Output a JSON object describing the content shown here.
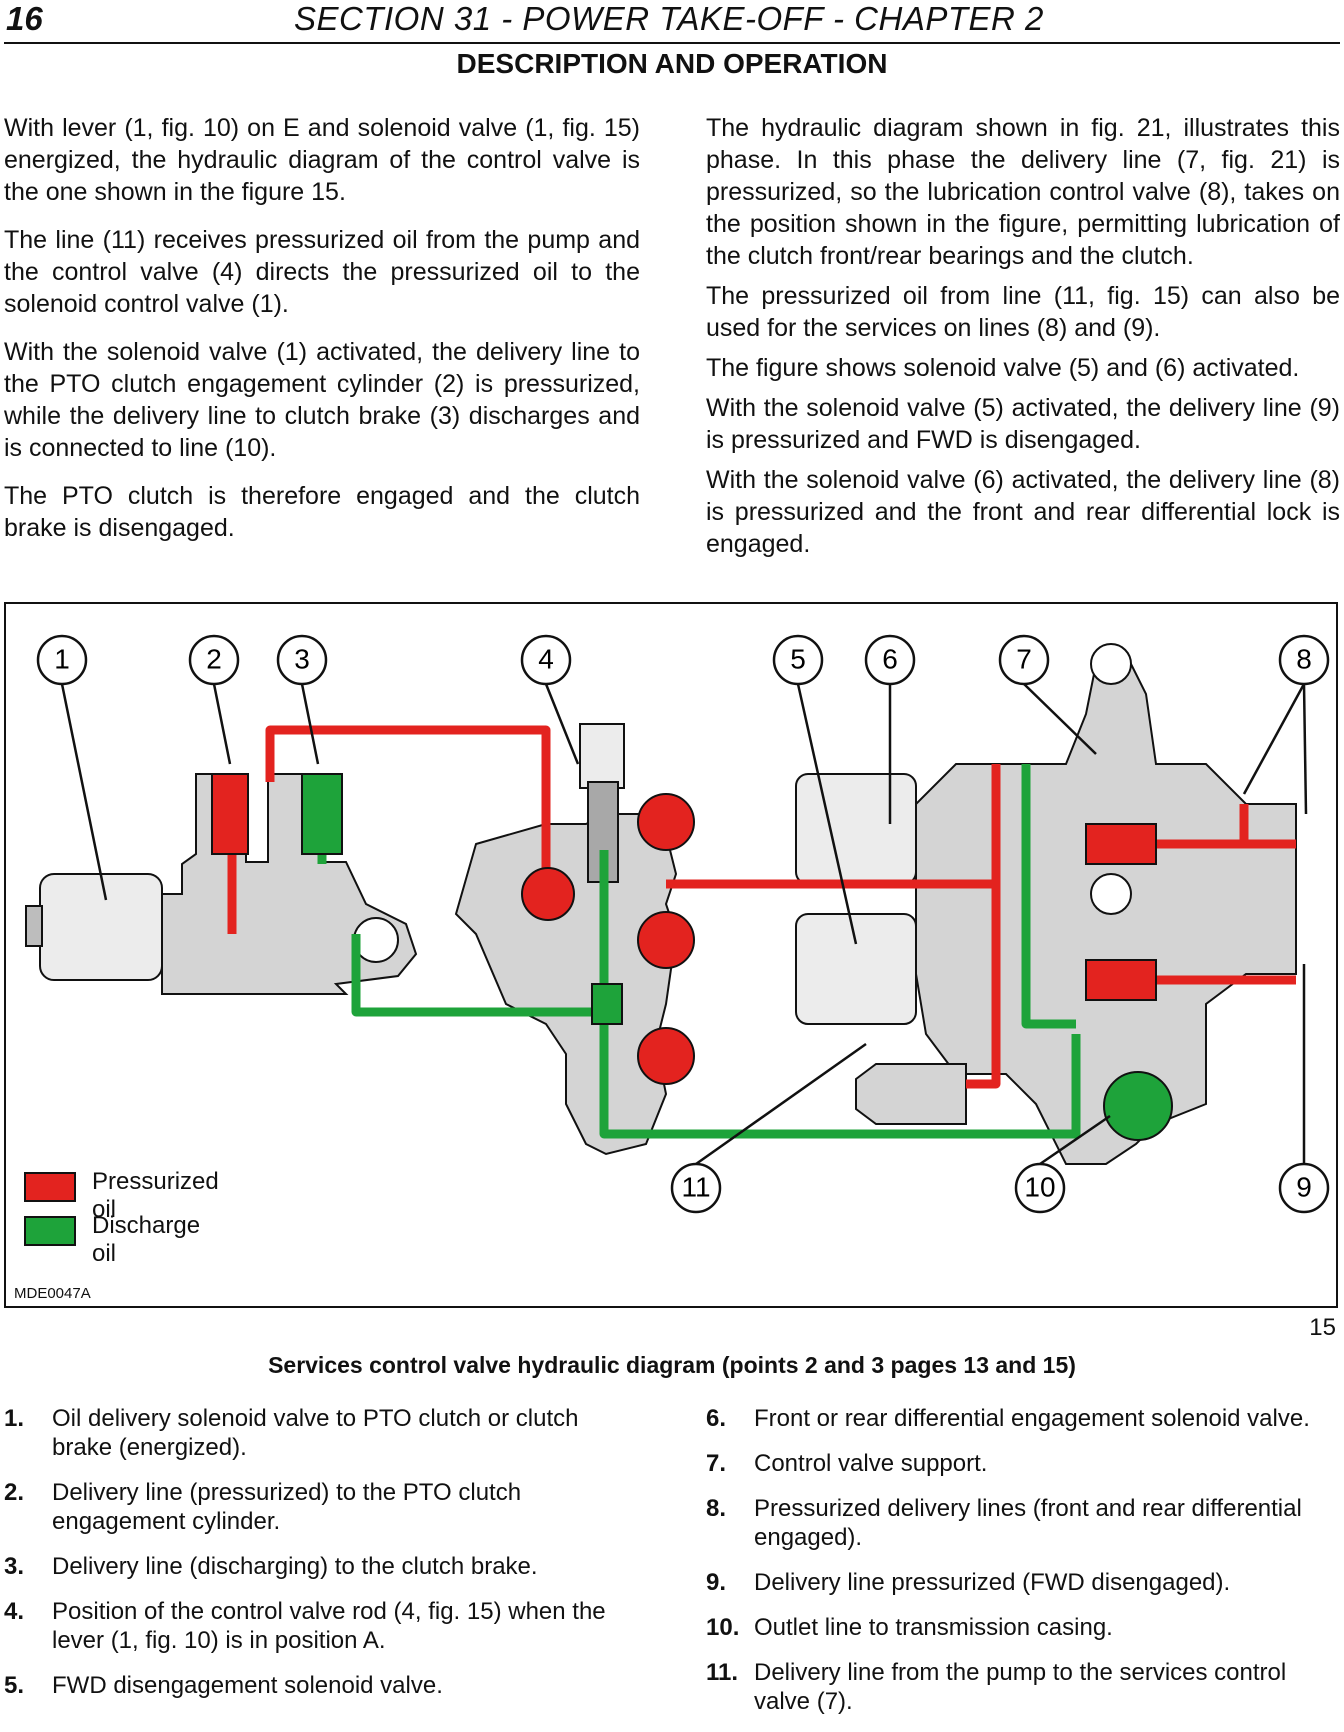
{
  "header": {
    "page_number": "16",
    "section_title": "SECTION 31 - POWER TAKE-OFF - CHAPTER 2",
    "chapter_title": "DESCRIPTION AND OPERATION"
  },
  "body_left": [
    "With lever (1, fig. 10) on E and solenoid valve (1, fig. 15) energized, the hydraulic diagram of the control valve is the one shown in the figure 15.",
    "The line (11) receives pressurized oil from the pump and the control valve (4) directs the pressurized oil to the solenoid control valve (1).",
    "With the solenoid valve (1) activated, the delivery line to the PTO clutch engagement cylinder (2) is pressurized, while the delivery line to clutch brake (3) discharges and is connected to line (10).",
    "The PTO clutch is therefore engaged and the clutch brake is disengaged."
  ],
  "body_right": [
    "The hydraulic diagram shown in fig. 21, illustrates this phase. In this phase the delivery line (7, fig. 21) is pressurized, so the lubrication control valve (8), takes on the position shown in the figure, permitting lubrication of the clutch front/rear bearings and the clutch.",
    "The pressurized oil from line (11, fig. 15) can also be used for the services on lines (8) and (9).",
    "The figure shows solenoid valve (5) and (6) activated.",
    "With the solenoid valve (5) activated, the delivery line (9) is pressurized and FWD is disengaged.",
    "With the solenoid valve (6) activated, the delivery line (8) is pressurized and the front and rear differential lock is engaged."
  ],
  "figure": {
    "callouts": [
      "1",
      "2",
      "3",
      "4",
      "5",
      "6",
      "7",
      "8",
      "11",
      "10",
      "9"
    ],
    "legend": [
      {
        "label": "Pressurized oil",
        "color": "#e3231f"
      },
      {
        "label": "Discharge oil",
        "color": "#1ea33a"
      }
    ],
    "code": "MDE0047A",
    "number": "15",
    "caption": "Services control valve hydraulic diagram (points 2 and 3 pages 13 and 15)"
  },
  "colors": {
    "pressurized": "#e3231f",
    "discharge": "#1ea33a",
    "housing": "#d4d4d4",
    "outline": "#111111"
  },
  "legend_items_left": [
    {
      "num": "1.",
      "text": "Oil delivery solenoid valve to PTO clutch or clutch brake (energized)."
    },
    {
      "num": "2.",
      "text": "Delivery line (pressurized) to the PTO clutch engagement cylinder."
    },
    {
      "num": "3.",
      "text": "Delivery line (discharging) to the clutch brake."
    },
    {
      "num": "4.",
      "text": "Position of the control valve rod (4, fig. 15) when the lever (1, fig. 10) is in position A."
    },
    {
      "num": "5.",
      "text": "FWD disengagement solenoid valve."
    }
  ],
  "legend_items_right": [
    {
      "num": "6.",
      "text": "Front or rear differential engagement solenoid valve."
    },
    {
      "num": "7.",
      "text": "Control valve support."
    },
    {
      "num": "8.",
      "text": "Pressurized delivery lines (front and rear differential engaged)."
    },
    {
      "num": "9.",
      "text": "Delivery line pressurized (FWD disengaged)."
    },
    {
      "num": "10.",
      "text": "Outlet line to transmission casing."
    },
    {
      "num": "11.",
      "text": "Delivery line from the pump to the services control valve (7)."
    }
  ]
}
